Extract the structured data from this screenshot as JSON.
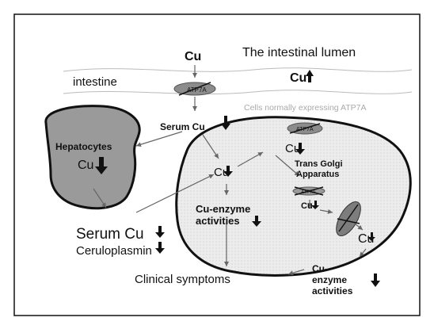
{
  "labels": {
    "cu_top": "Cu",
    "lumen": "The intestinal lumen",
    "intestine": "intestine",
    "cu_lumen": "Cu",
    "atp7a_intestine": "ATP7A",
    "cells_expressing": "Cells normally expressing ATP7A",
    "serum_cu_top": "Serum Cu",
    "hepatocytes": "Hepatocytes",
    "cu_hepatocyte": "Cu",
    "atp7a_cell": "ATP7A",
    "cu_right": "Cu",
    "trans_golgi_1": "Trans Golgi",
    "trans_golgi_2": "Apparatus",
    "cu_center": "Cu",
    "atp7a_golgi": "ATP7A",
    "cu_golgi": "Cu",
    "cu_enzyme_1": "Cu-enzyme",
    "cu_enzyme_2": "activities",
    "cu_vesicle_out": "Cu",
    "serum_cu_bottom": "Serum Cu",
    "ceruloplasmin": "Ceruloplasmin",
    "cu_enzyme_right_1": "Cu-",
    "cu_enzyme_right_2": "enzyme",
    "cu_enzyme_right_3": "activities",
    "clinical": "Clinical symptoms"
  },
  "colors": {
    "hepatocyte_fill": "#9a9a9a",
    "cell_fill": "#e6e6e6",
    "atp7a_fill": "#8c8c8c",
    "outline": "#111111",
    "arrow_gray": "#666666"
  }
}
